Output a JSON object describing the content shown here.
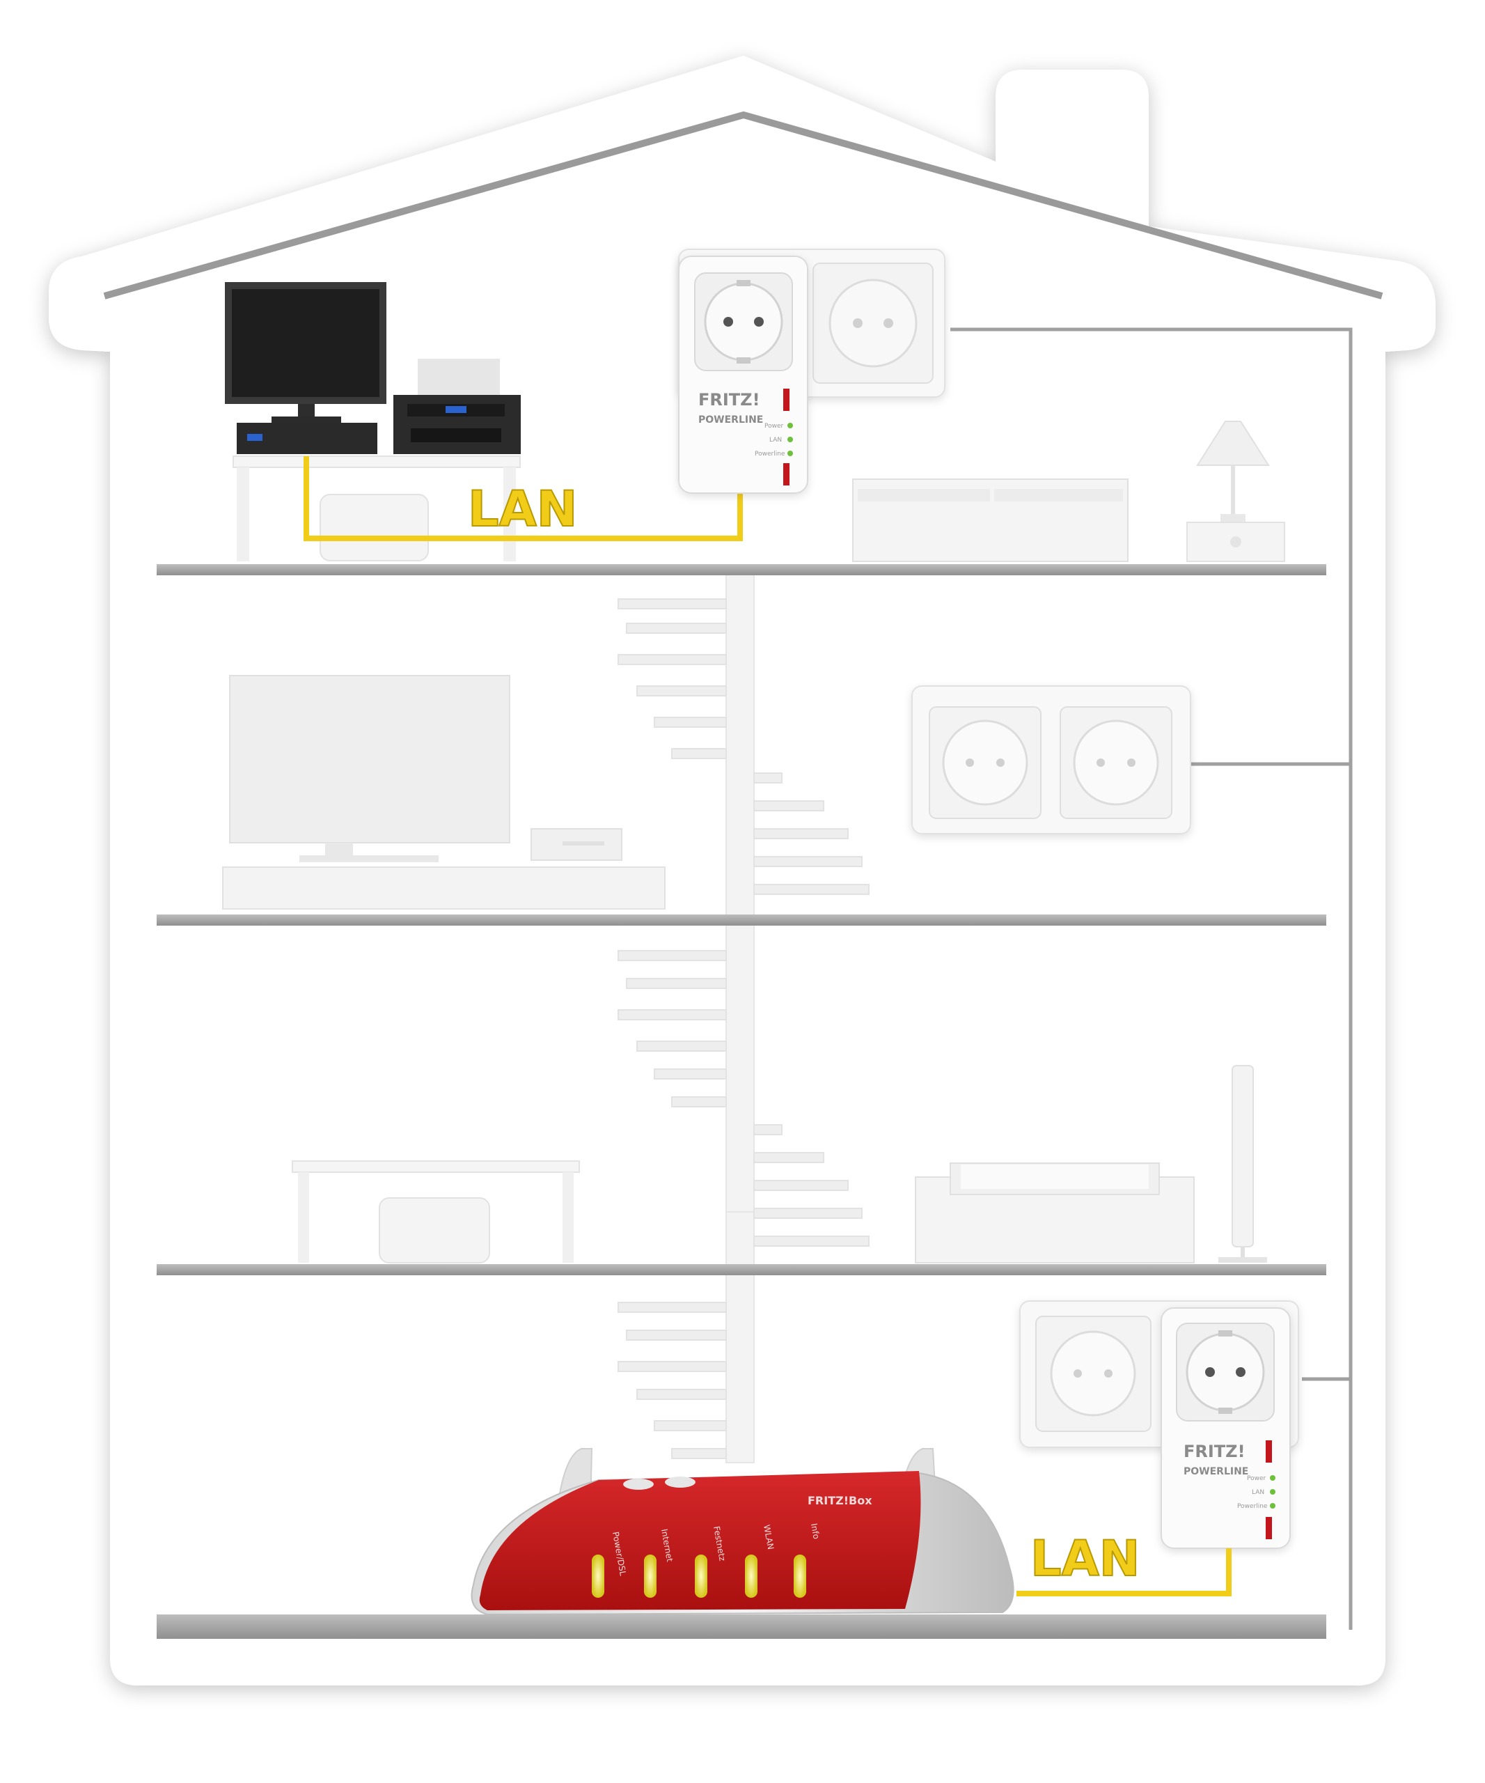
{
  "labels": {
    "lan_top": "LAN",
    "lan_bottom": "LAN"
  },
  "powerline_top": {
    "brand": "FRITZ!",
    "product": "POWERLINE",
    "leds": [
      "Power",
      "LAN",
      "Powerline"
    ]
  },
  "powerline_bottom": {
    "brand": "FRITZ!",
    "product": "POWERLINE",
    "leds": [
      "Power",
      "LAN",
      "Powerline"
    ]
  },
  "router": {
    "brand": "FRITZ!Box",
    "leds": [
      "Power/DSL",
      "Internet",
      "Festnetz",
      "WLAN",
      "Info"
    ]
  },
  "colors": {
    "cable_lan": "#f1cd1a",
    "router_red": "#c3171b",
    "led_yellow": "#f6e733",
    "wall_gray": "#9a9a9a"
  }
}
